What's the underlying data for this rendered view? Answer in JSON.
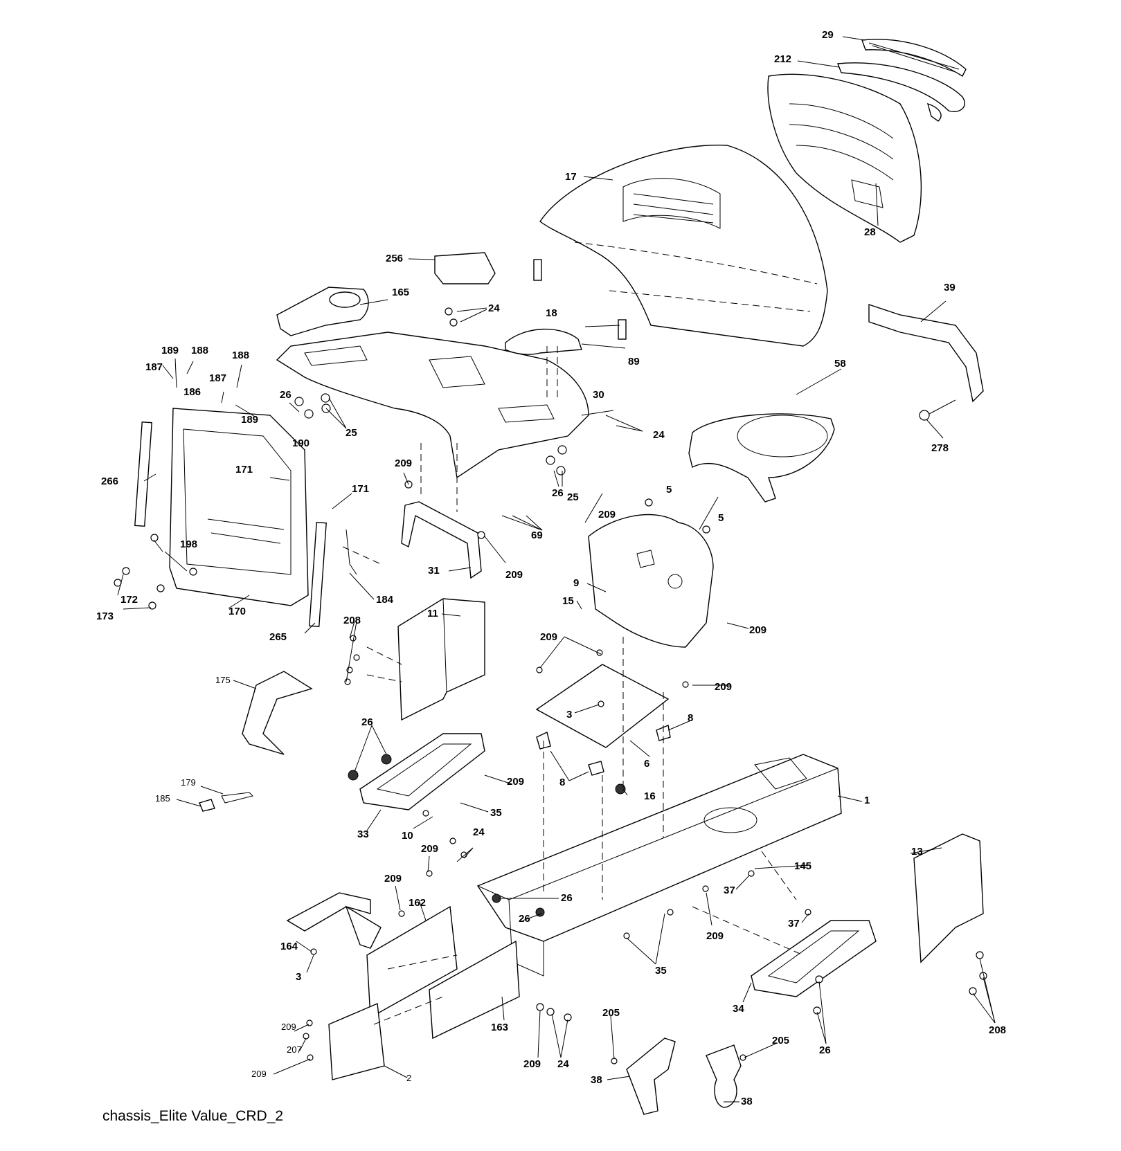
{
  "diagram": {
    "caption": "chassis_Elite Value_CRD_2",
    "callouts": [
      {
        "id": "c29",
        "text": "29"
      },
      {
        "id": "c212",
        "text": "212"
      },
      {
        "id": "c17",
        "text": "17"
      },
      {
        "id": "c28",
        "text": "28"
      },
      {
        "id": "c256",
        "text": "256"
      },
      {
        "id": "c165",
        "text": "165"
      },
      {
        "id": "c24a",
        "text": "24"
      },
      {
        "id": "c18a",
        "text": "18"
      },
      {
        "id": "c89",
        "text": "89"
      },
      {
        "id": "c39",
        "text": "39"
      },
      {
        "id": "c58",
        "text": "58"
      },
      {
        "id": "c278",
        "text": "278"
      },
      {
        "id": "c189a",
        "text": "189"
      },
      {
        "id": "c188a",
        "text": "188"
      },
      {
        "id": "c187a",
        "text": "187"
      },
      {
        "id": "c188b",
        "text": "188"
      },
      {
        "id": "c187b",
        "text": "187"
      },
      {
        "id": "c186",
        "text": "186"
      },
      {
        "id": "c189b",
        "text": "189"
      },
      {
        "id": "c26a",
        "text": "26"
      },
      {
        "id": "c25a",
        "text": "25"
      },
      {
        "id": "c30",
        "text": "30"
      },
      {
        "id": "c24b",
        "text": "24"
      },
      {
        "id": "c190",
        "text": "190"
      },
      {
        "id": "c171a",
        "text": "171"
      },
      {
        "id": "c266",
        "text": "266"
      },
      {
        "id": "c171b",
        "text": "171"
      },
      {
        "id": "c209a",
        "text": "209"
      },
      {
        "id": "c26b",
        "text": "26"
      },
      {
        "id": "c25b",
        "text": "25"
      },
      {
        "id": "c5a",
        "text": "5"
      },
      {
        "id": "c5b",
        "text": "5"
      },
      {
        "id": "c209b",
        "text": "209"
      },
      {
        "id": "c69",
        "text": "69"
      },
      {
        "id": "c31",
        "text": "31"
      },
      {
        "id": "c209c",
        "text": "209"
      },
      {
        "id": "c198",
        "text": "198"
      },
      {
        "id": "c172",
        "text": "172"
      },
      {
        "id": "c173",
        "text": "173"
      },
      {
        "id": "c170",
        "text": "170"
      },
      {
        "id": "c184",
        "text": "184"
      },
      {
        "id": "c11",
        "text": "11"
      },
      {
        "id": "c9",
        "text": "9"
      },
      {
        "id": "c15",
        "text": "15"
      },
      {
        "id": "c209d",
        "text": "209"
      },
      {
        "id": "c265",
        "text": "265"
      },
      {
        "id": "c208a",
        "text": "208"
      },
      {
        "id": "c209e",
        "text": "209"
      },
      {
        "id": "c209f",
        "text": "209"
      },
      {
        "id": "c175",
        "text": "175"
      },
      {
        "id": "c3a",
        "text": "3"
      },
      {
        "id": "c8a",
        "text": "8"
      },
      {
        "id": "c26c",
        "text": "26"
      },
      {
        "id": "c6",
        "text": "6"
      },
      {
        "id": "c8b",
        "text": "8"
      },
      {
        "id": "c209g",
        "text": "209"
      },
      {
        "id": "c16",
        "text": "16"
      },
      {
        "id": "c179",
        "text": "179"
      },
      {
        "id": "c185",
        "text": "185"
      },
      {
        "id": "c35a",
        "text": "35"
      },
      {
        "id": "c1",
        "text": "1"
      },
      {
        "id": "c33",
        "text": "33"
      },
      {
        "id": "c10",
        "text": "10"
      },
      {
        "id": "c24c",
        "text": "24"
      },
      {
        "id": "c209h",
        "text": "209"
      },
      {
        "id": "c13",
        "text": "13"
      },
      {
        "id": "c145",
        "text": "145"
      },
      {
        "id": "c209i",
        "text": "209"
      },
      {
        "id": "c162",
        "text": "162"
      },
      {
        "id": "c26d",
        "text": "26"
      },
      {
        "id": "c37a",
        "text": "37"
      },
      {
        "id": "c26e",
        "text": "26"
      },
      {
        "id": "c37b",
        "text": "37"
      },
      {
        "id": "c209j",
        "text": "209"
      },
      {
        "id": "c164",
        "text": "164"
      },
      {
        "id": "c3b",
        "text": "3"
      },
      {
        "id": "c35b",
        "text": "35"
      },
      {
        "id": "c34",
        "text": "34"
      },
      {
        "id": "c208b",
        "text": "208"
      },
      {
        "id": "c209k",
        "text": "209"
      },
      {
        "id": "c207",
        "text": "207"
      },
      {
        "id": "c163",
        "text": "163"
      },
      {
        "id": "c209l",
        "text": "209"
      },
      {
        "id": "c24d",
        "text": "24"
      },
      {
        "id": "c205a",
        "text": "205"
      },
      {
        "id": "c205b",
        "text": "205"
      },
      {
        "id": "c26f",
        "text": "26"
      },
      {
        "id": "c38a",
        "text": "38"
      },
      {
        "id": "c38b",
        "text": "38"
      },
      {
        "id": "c209m",
        "text": "209"
      },
      {
        "id": "c2",
        "text": "2"
      }
    ]
  }
}
